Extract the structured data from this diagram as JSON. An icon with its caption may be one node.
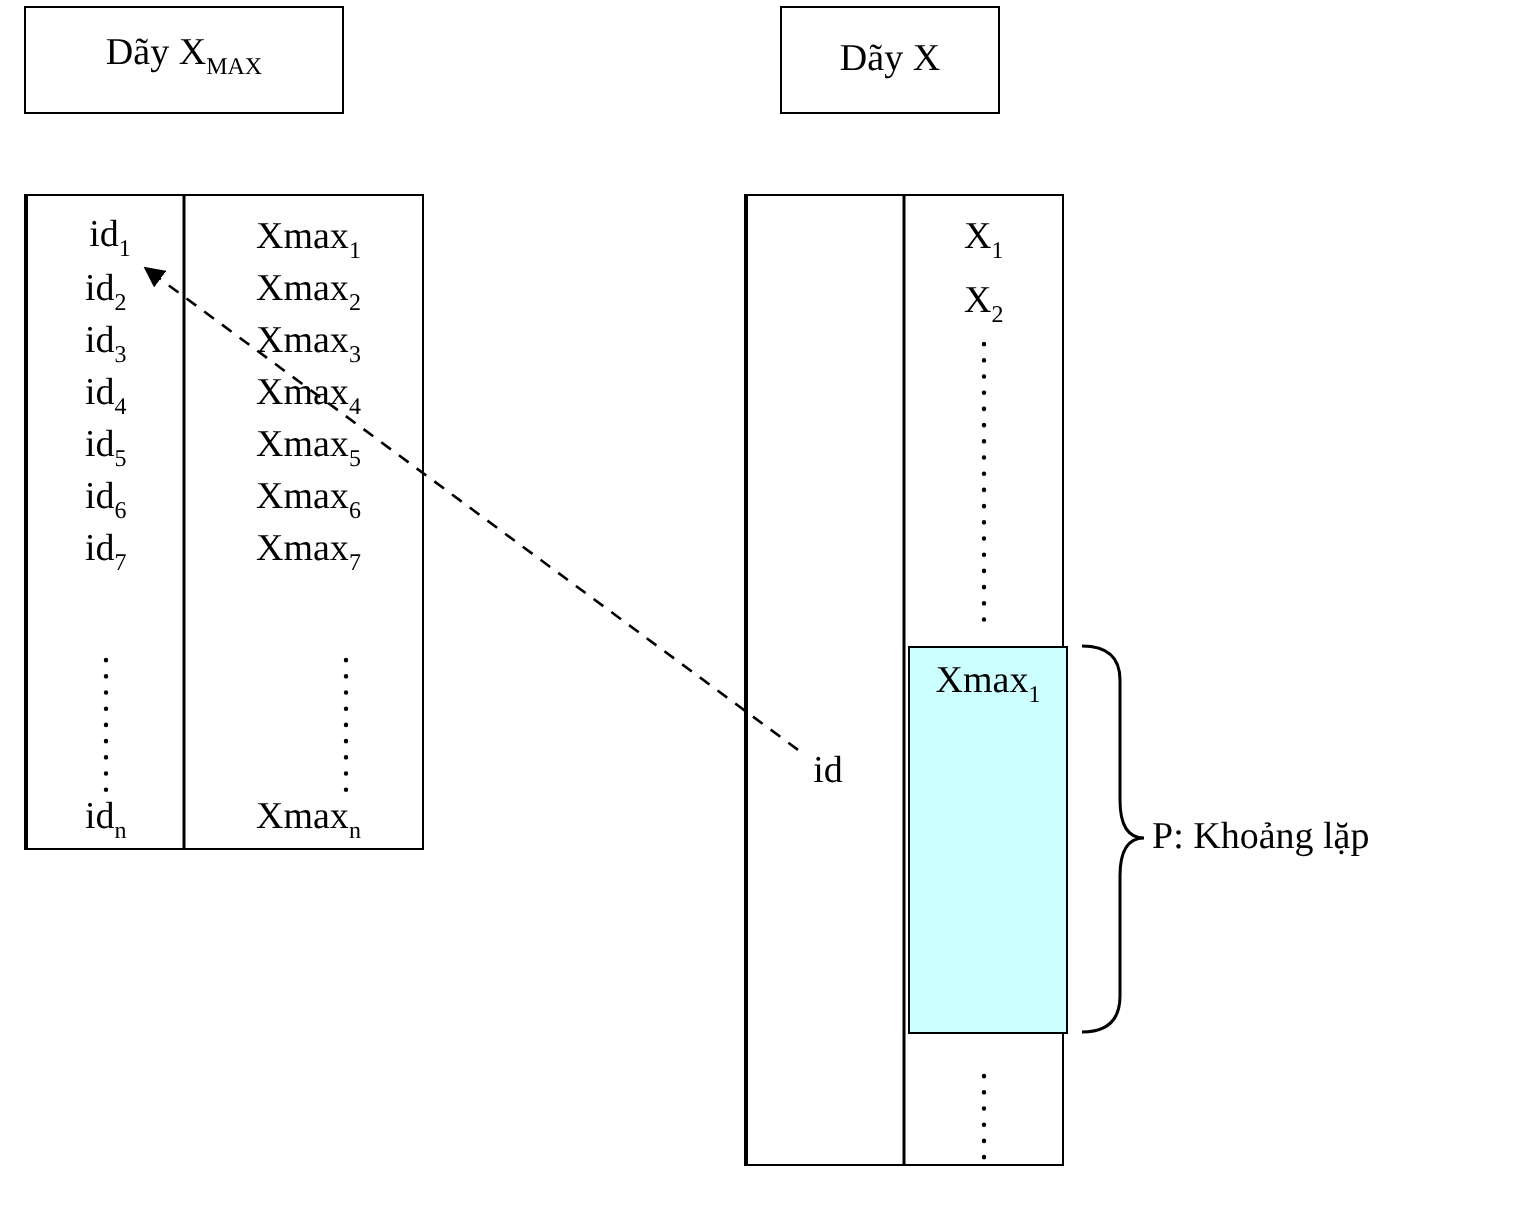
{
  "diagram": {
    "nodes": [
      {
        "text": [
          "Dãy X$_{MAX}$"
        ]
      },
      {
        "text": [
          "Dãy X"
        ]
      },
      {
        "text": [],
        "shape": "box"
      },
      {
        "text": [
          "id$_{1}$"
        ],
        "in": 2
      },
      {
        "text": [],
        "shape": "box"
      },
      {
        "text": [
          "id"
        ],
        "in": 4
      },
      {
        "text": [
          "Xmax$_{1}$"
        ],
        "in": 4,
        "beside": [
          "P: Khoảng lặp"
        ]
      }
    ],
    "edges": [
      {
        "from": 5,
        "to": 3,
        "arrow": "to",
        "style": "dashed"
      }
    ],
    "labels": [
      "Xmax$_{1}$",
      "id$_{2}$",
      "Xmax$_{2}$",
      "id$_{3}$",
      "Xmax$_{3}$",
      "id$_{4}$",
      "Xmax$_{4}$",
      "id$_{5}$",
      "Xmax$_{5}$",
      "id$_{6}$",
      "Xmax$_{6}$",
      "id$_{7}$",
      "Xmax$_{7}$",
      "id$_{n}$",
      "Xmax$_{n}$",
      "X$_{1}$",
      "X$_{2}$"
    ]
  }
}
